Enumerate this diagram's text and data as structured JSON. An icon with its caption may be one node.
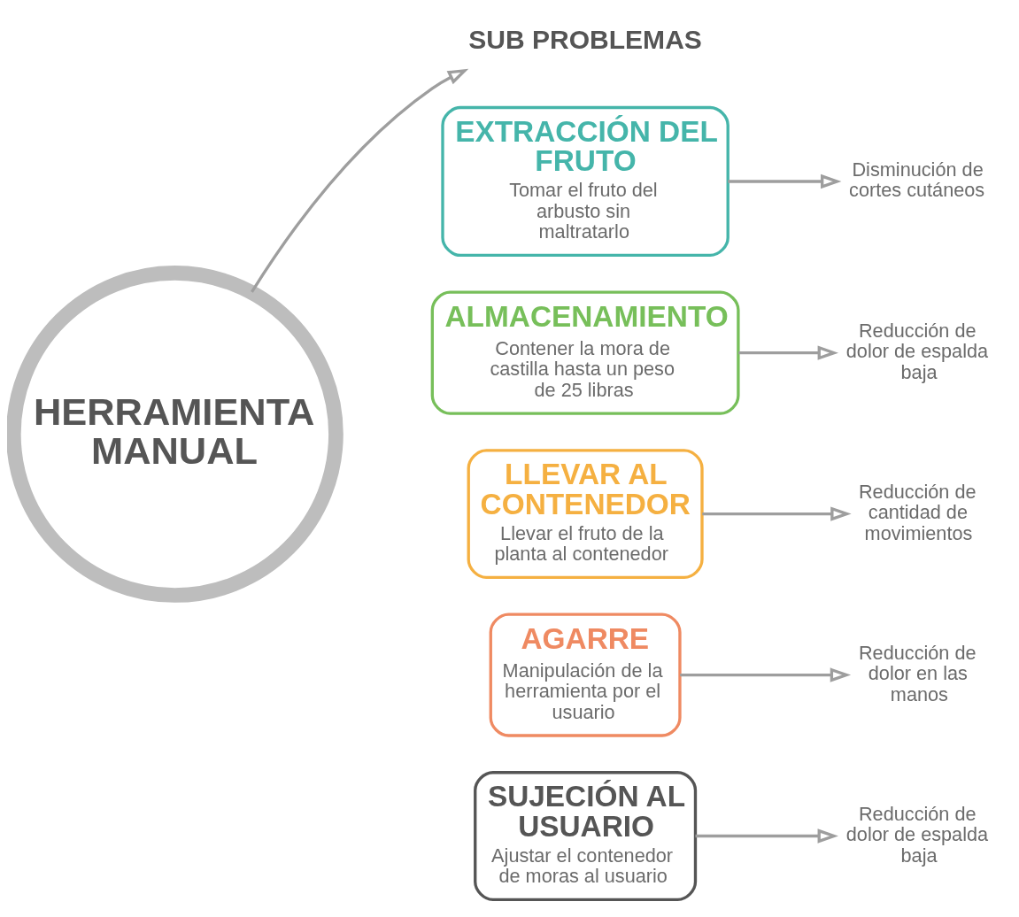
{
  "diagram": {
    "nodes": [
      {
        "text": [
          "HERRAMIENTA MANUAL"
        ]
      },
      {
        "text": [
          "SUB PROBLEMAS"
        ]
      },
      {
        "text": [
          "EXTRACCIÓN DEL FRUTO",
          "Tomar el fruto del arbusto sin maltratarlo"
        ]
      },
      {
        "text": [
          "Disminución de cortes cutáneos"
        ]
      },
      {
        "text": [
          "ALMACENAMIENTO",
          "Contener la mora de castilla hasta un peso de 25 libras"
        ]
      },
      {
        "text": [
          "Reducción de dolor de espalda baja"
        ]
      },
      {
        "text": [
          "LLEVAR AL CONTENEDOR",
          "Llevar el fruto de la planta al contenedor"
        ]
      },
      {
        "text": [
          "Reducción de cantidad de movimientos"
        ]
      },
      {
        "text": [
          "AGARRE",
          "Manipulación de la herramienta por el usuario"
        ]
      },
      {
        "text": [
          "Reducción de dolor en las manos"
        ]
      },
      {
        "text": [
          "SUJECIÓN AL USUARIO",
          "Ajustar el contenedor de moras al usuario"
        ]
      },
      {
        "text": [
          "Reducción de dolor de espalda baja"
        ]
      }
    ],
    "edges": [
      {
        "from": 0,
        "to": 1,
        "arrow": "to"
      },
      {
        "from": 2,
        "to": 3,
        "arrow": "to"
      },
      {
        "from": 4,
        "to": 5,
        "arrow": "to"
      },
      {
        "from": 6,
        "to": 7,
        "arrow": "to"
      },
      {
        "from": 8,
        "to": 9,
        "arrow": "to"
      },
      {
        "from": 10,
        "to": 11,
        "arrow": "to"
      }
    ]
  }
}
